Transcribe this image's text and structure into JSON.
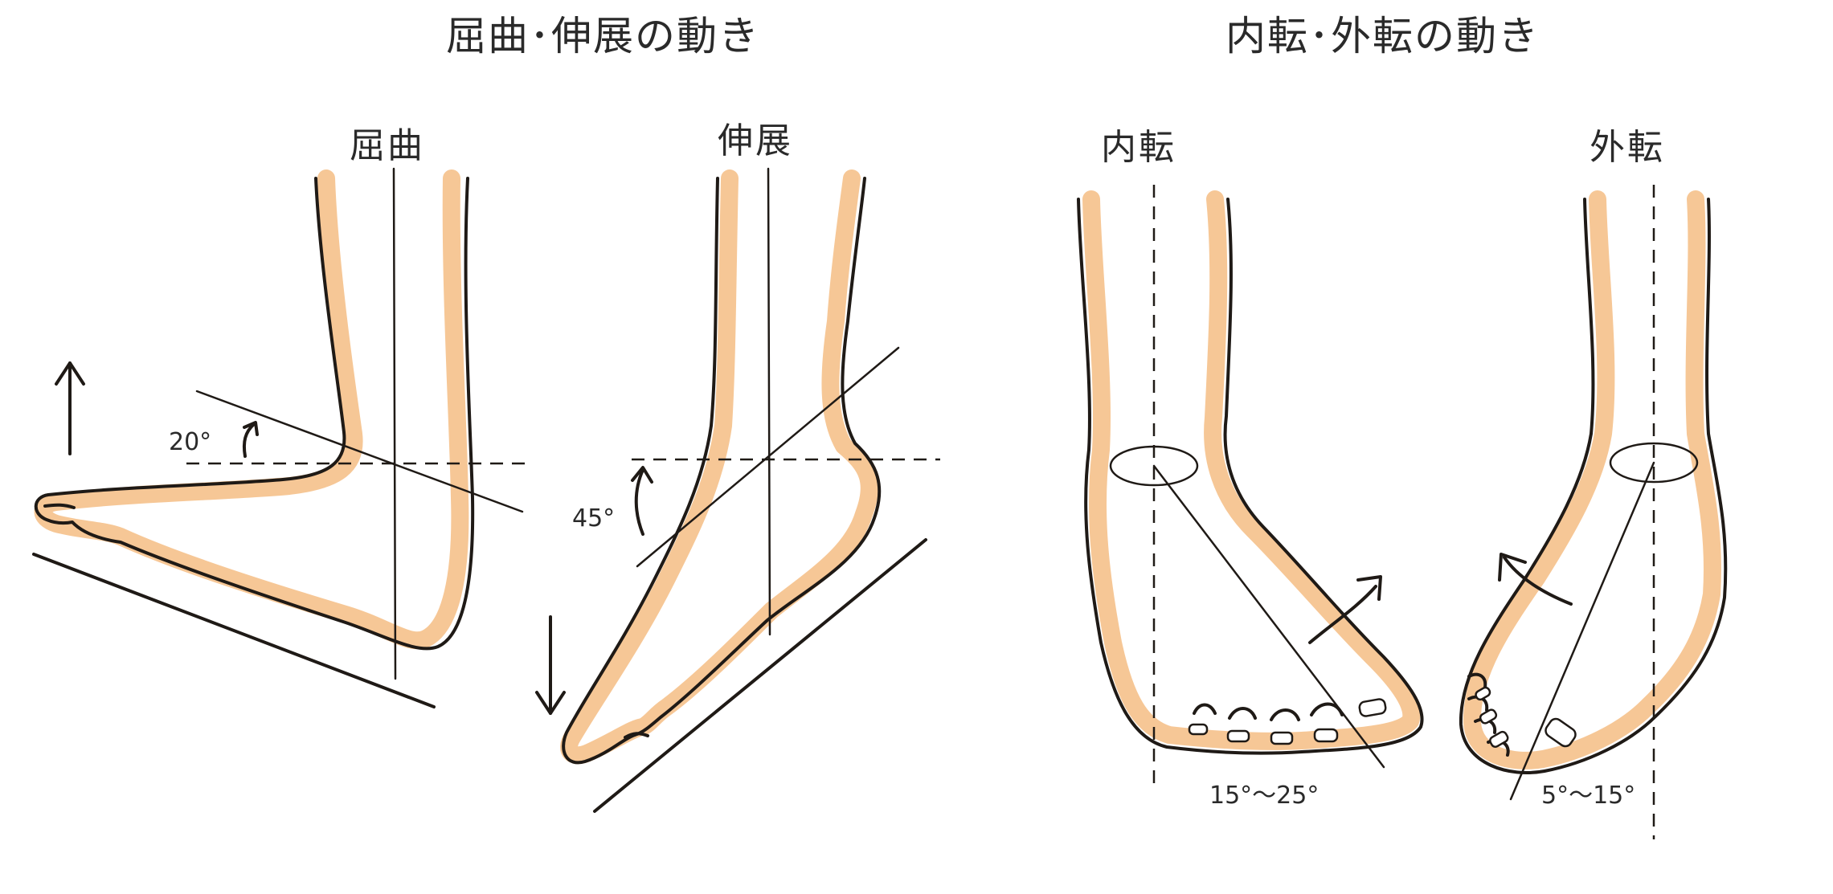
{
  "headings": {
    "flexion_extension": "屈曲･伸展の動き",
    "adduction_abduction": "内転･外転の動き"
  },
  "labels": {
    "flexion": "屈曲",
    "extension": "伸展",
    "adduction": "内転",
    "abduction": "外転"
  },
  "angles": {
    "flexion": "20°",
    "extension": "45°",
    "adduction": "15°～25°",
    "abduction": "5°～15°"
  },
  "colors": {
    "skin": "#f5c28d",
    "line": "#1f1a16",
    "background": "#ffffff"
  }
}
